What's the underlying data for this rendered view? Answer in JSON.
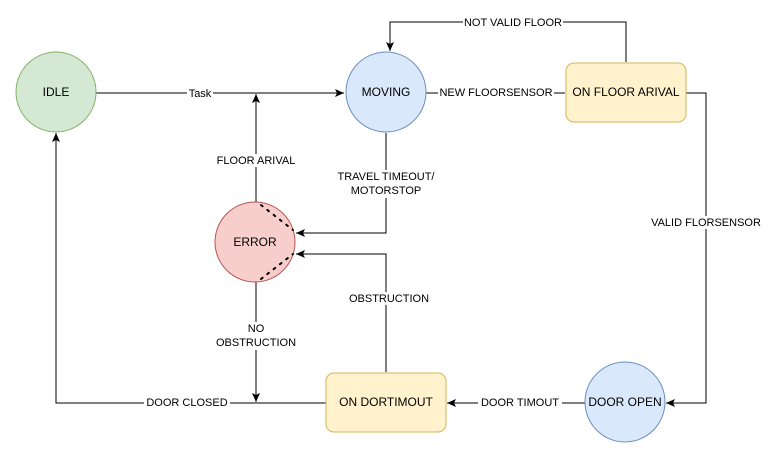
{
  "colors": {
    "idle_fill": "#d5e8d4",
    "idle_stroke": "#82b366",
    "moving_fill": "#dae8fc",
    "moving_stroke": "#6c8ebf",
    "error_fill": "#f8cecc",
    "error_stroke": "#b85450",
    "state_box_fill": "#fff2cc",
    "state_box_stroke": "#d6b656"
  },
  "nodes": {
    "idle": "IDLE",
    "moving": "MOVING",
    "error": "ERROR",
    "on_floor_arival": "ON FLOOR ARIVAL",
    "door_open": "DOOR OPEN",
    "on_dortimout": "ON DORTIMOUT"
  },
  "edges": {
    "task": "Task",
    "not_valid_floor": "NOT VALID FLOOR",
    "new_floorsensor": "NEW FLOORSENSOR",
    "floor_arival": "FLOOR ARIVAL",
    "travel_timeout_1": "TRAVEL TIMEOUT/",
    "travel_timeout_2": "MOTORSTOP",
    "valid_florsensor": "VALID FLORSENSOR",
    "obstruction": "OBSTRUCTION",
    "no_obstruction_1": "NO",
    "no_obstruction_2": "OBSTRUCTION",
    "door_closed": "DOOR CLOSED",
    "door_timout": "DOOR TIMOUT"
  }
}
